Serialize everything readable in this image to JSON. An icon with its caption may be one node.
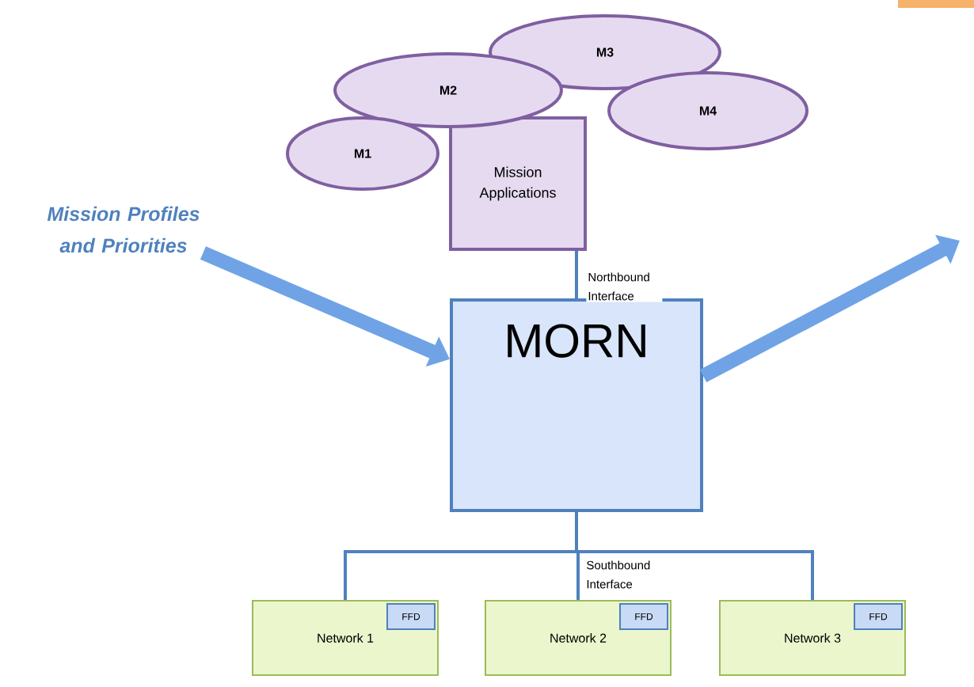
{
  "diagram": {
    "nodes": [
      {
        "text": [
          "Mission Applications"
        ]
      },
      {
        "text": [
          "M1"
        ]
      },
      {
        "text": [
          "M2"
        ]
      },
      {
        "text": [
          "M3"
        ]
      },
      {
        "text": [
          "M4"
        ]
      },
      {
        "text": [
          "Mission Profiles and Priorities"
        ]
      },
      {
        "text": [
          "MORN"
        ]
      },
      {
        "text": [
          "Network 1"
        ]
      },
      {
        "text": [
          "FFD"
        ],
        "in": 7
      },
      {
        "text": [
          "Network 2"
        ]
      },
      {
        "text": [
          "FFD"
        ],
        "in": 9
      },
      {
        "text": [
          "Network 3"
        ]
      },
      {
        "text": [
          "FFD"
        ],
        "in": 11
      }
    ],
    "edges": [
      {
        "from": 5,
        "to": 6,
        "arrow": "to",
        "style": "thick",
        "color": "#6fa3e6"
      },
      {
        "from": 0,
        "to": 6,
        "arrow": "none",
        "label": "Northbound Interface"
      },
      {
        "from": 6,
        "to": 7,
        "arrow": "none"
      },
      {
        "from": 6,
        "to": 9,
        "arrow": "none",
        "label": "Southbound Interface"
      },
      {
        "from": 6,
        "to": 11,
        "arrow": "none"
      },
      {
        "from": 6,
        "to": null,
        "arrow": "to",
        "style": "thick",
        "color": "#6fa3e6"
      }
    ]
  }
}
